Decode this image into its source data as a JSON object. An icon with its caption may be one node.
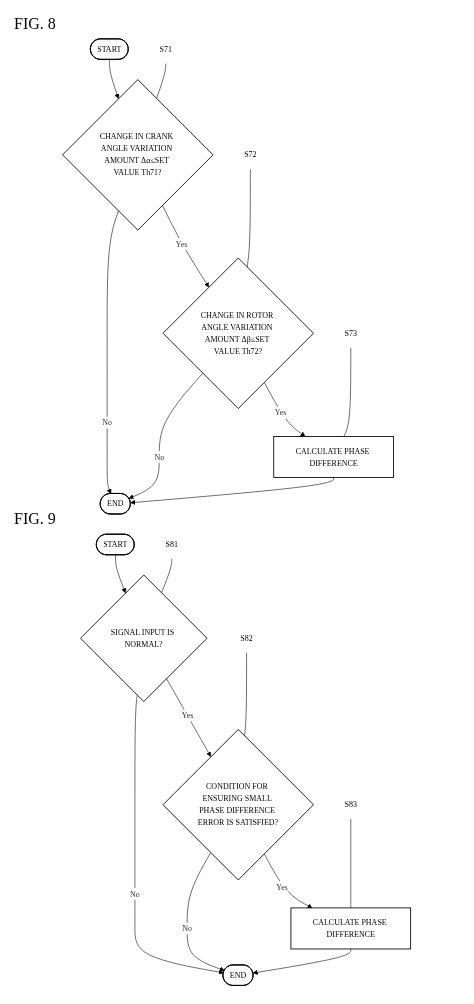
{
  "diagram": {
    "nodes": [
      {
        "text": [
          "START"
        ]
      },
      {
        "text": [
          "S71"
        ]
      },
      {
        "text": [
          "CHANGE IN CRANK ANGLE VARIATION AMOUNT Δα≤SET VALUE Th71?"
        ]
      },
      {
        "text": [
          "S72"
        ]
      },
      {
        "text": [
          "CHANGE IN ROTOR ANGLE VARIATION AMOUNT Δβ≤SET VALUE Th72?"
        ]
      },
      {
        "text": [
          "S73"
        ]
      },
      {
        "text": [
          "CALCULATE PHASE DIFFERENCE"
        ]
      },
      {
        "text": [
          "END"
        ]
      },
      {
        "text": [
          "START"
        ]
      },
      {
        "text": [
          "S81"
        ]
      },
      {
        "text": [
          "SIGNAL INPUT IS NORMAL?"
        ]
      },
      {
        "text": [
          "S82"
        ]
      },
      {
        "text": [
          "CONDITION FOR ENSURING SMALL PHASE DIFFERENCE ERROR IS SATISFIED?"
        ]
      },
      {
        "text": [
          "S83"
        ]
      },
      {
        "text": [
          "CALCULATE PHASE DIFFERENCE"
        ]
      },
      {
        "text": [
          "END"
        ]
      }
    ],
    "edges": [
      {
        "from": 0,
        "to": 2,
        "arrow": "to"
      },
      {
        "from": 1,
        "to": 2,
        "arrow": "none"
      },
      {
        "from": 2,
        "to": 4,
        "label": "Yes",
        "arrow": "to"
      },
      {
        "from": 2,
        "to": 7,
        "label": "No",
        "arrow": "to"
      },
      {
        "from": 3,
        "to": 4,
        "arrow": "none"
      },
      {
        "from": 4,
        "to": 6,
        "label": "Yes",
        "arrow": "to"
      },
      {
        "from": 4,
        "to": 7,
        "label": "No",
        "arrow": "to"
      },
      {
        "from": 5,
        "to": 6,
        "arrow": "none"
      },
      {
        "from": 6,
        "to": 7,
        "arrow": "to"
      },
      {
        "from": 8,
        "to": 10,
        "arrow": "to"
      },
      {
        "from": 9,
        "to": 10,
        "arrow": "none"
      },
      {
        "from": 10,
        "to": 12,
        "label": "Yes",
        "arrow": "to"
      },
      {
        "from": 10,
        "to": 15,
        "label": "No",
        "arrow": "to"
      },
      {
        "from": 11,
        "to": 12,
        "arrow": "none"
      },
      {
        "from": 12,
        "to": 14,
        "label": "Yes",
        "arrow": "to"
      },
      {
        "from": 12,
        "to": 15,
        "label": "No",
        "arrow": "to"
      },
      {
        "from": 13,
        "to": 14,
        "arrow": "none"
      },
      {
        "from": 14,
        "to": 15,
        "arrow": "to"
      }
    ],
    "labels": [
      "FIG. 8",
      "FIG. 9"
    ]
  }
}
